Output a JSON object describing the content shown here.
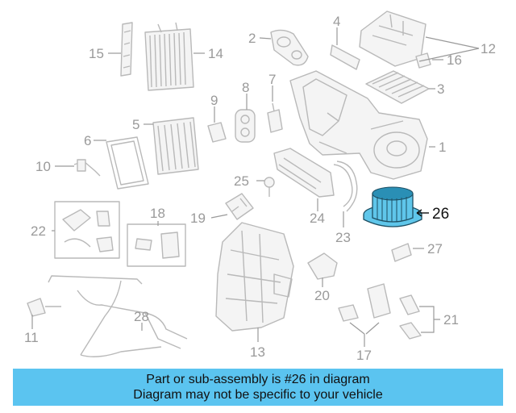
{
  "callouts": {
    "n1": "1",
    "n2": "2",
    "n3": "3",
    "n4": "4",
    "n5": "5",
    "n6": "6",
    "n7": "7",
    "n8": "8",
    "n9": "9",
    "n10": "10",
    "n11": "11",
    "n12": "12",
    "n13": "13",
    "n14": "14",
    "n15": "15",
    "n16": "16",
    "n17": "17",
    "n18": "18",
    "n19": "19",
    "n20": "20",
    "n21": "21",
    "n22": "22",
    "n23": "23",
    "n24": "24",
    "n25": "25",
    "n26": "26",
    "n27": "27",
    "n28": "28"
  },
  "highlighted_part": "26",
  "caption": {
    "line1": "Part or sub-assembly is #26 in diagram",
    "line2": "Diagram may not be specific to your vehicle"
  },
  "colors": {
    "caption_background": "#5bc4f0",
    "highlight_part": "#5fc6ea",
    "line_art": "#b9b9b9",
    "callout_text": "#9a9a9a"
  }
}
